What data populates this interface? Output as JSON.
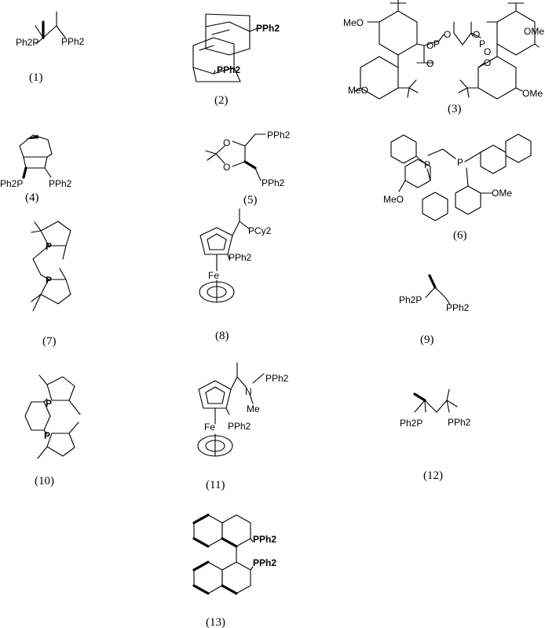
{
  "compounds": [
    {
      "number": "(1)",
      "labels": [
        "Ph2P",
        "PPh2"
      ]
    },
    {
      "number": "(2)",
      "labels": [
        "PPh2",
        "PPh2"
      ]
    },
    {
      "number": "(3)",
      "labels": [
        "MeO",
        "OMe",
        "MeO",
        "OMe",
        "O",
        "O",
        "P",
        "P",
        "O",
        "O",
        "O",
        "O"
      ]
    },
    {
      "number": "(4)",
      "labels": [
        "Ph2P",
        "PPh2"
      ]
    },
    {
      "number": "(5)",
      "labels": [
        "O",
        "O",
        "PPh2",
        "PPh2"
      ]
    },
    {
      "number": "(6)",
      "labels": [
        "P",
        "P",
        "MeO",
        "OMe"
      ]
    },
    {
      "number": "(7)",
      "labels": [
        "P",
        "P"
      ]
    },
    {
      "number": "(8)",
      "labels": [
        "PCy2",
        "PPh2",
        "Fe"
      ]
    },
    {
      "number": "(9)",
      "labels": [
        "Ph2P",
        "PPh2"
      ]
    },
    {
      "number": "(10)",
      "labels": [
        "P",
        "P"
      ]
    },
    {
      "number": "(11)",
      "labels": [
        "N",
        "PPh2",
        "Me",
        "PPh2",
        "Fe"
      ]
    },
    {
      "number": "(12)",
      "labels": [
        "Ph2P",
        "PPh2"
      ]
    },
    {
      "number": "(13)",
      "labels": [
        "PPh2",
        "PPh2"
      ]
    }
  ]
}
